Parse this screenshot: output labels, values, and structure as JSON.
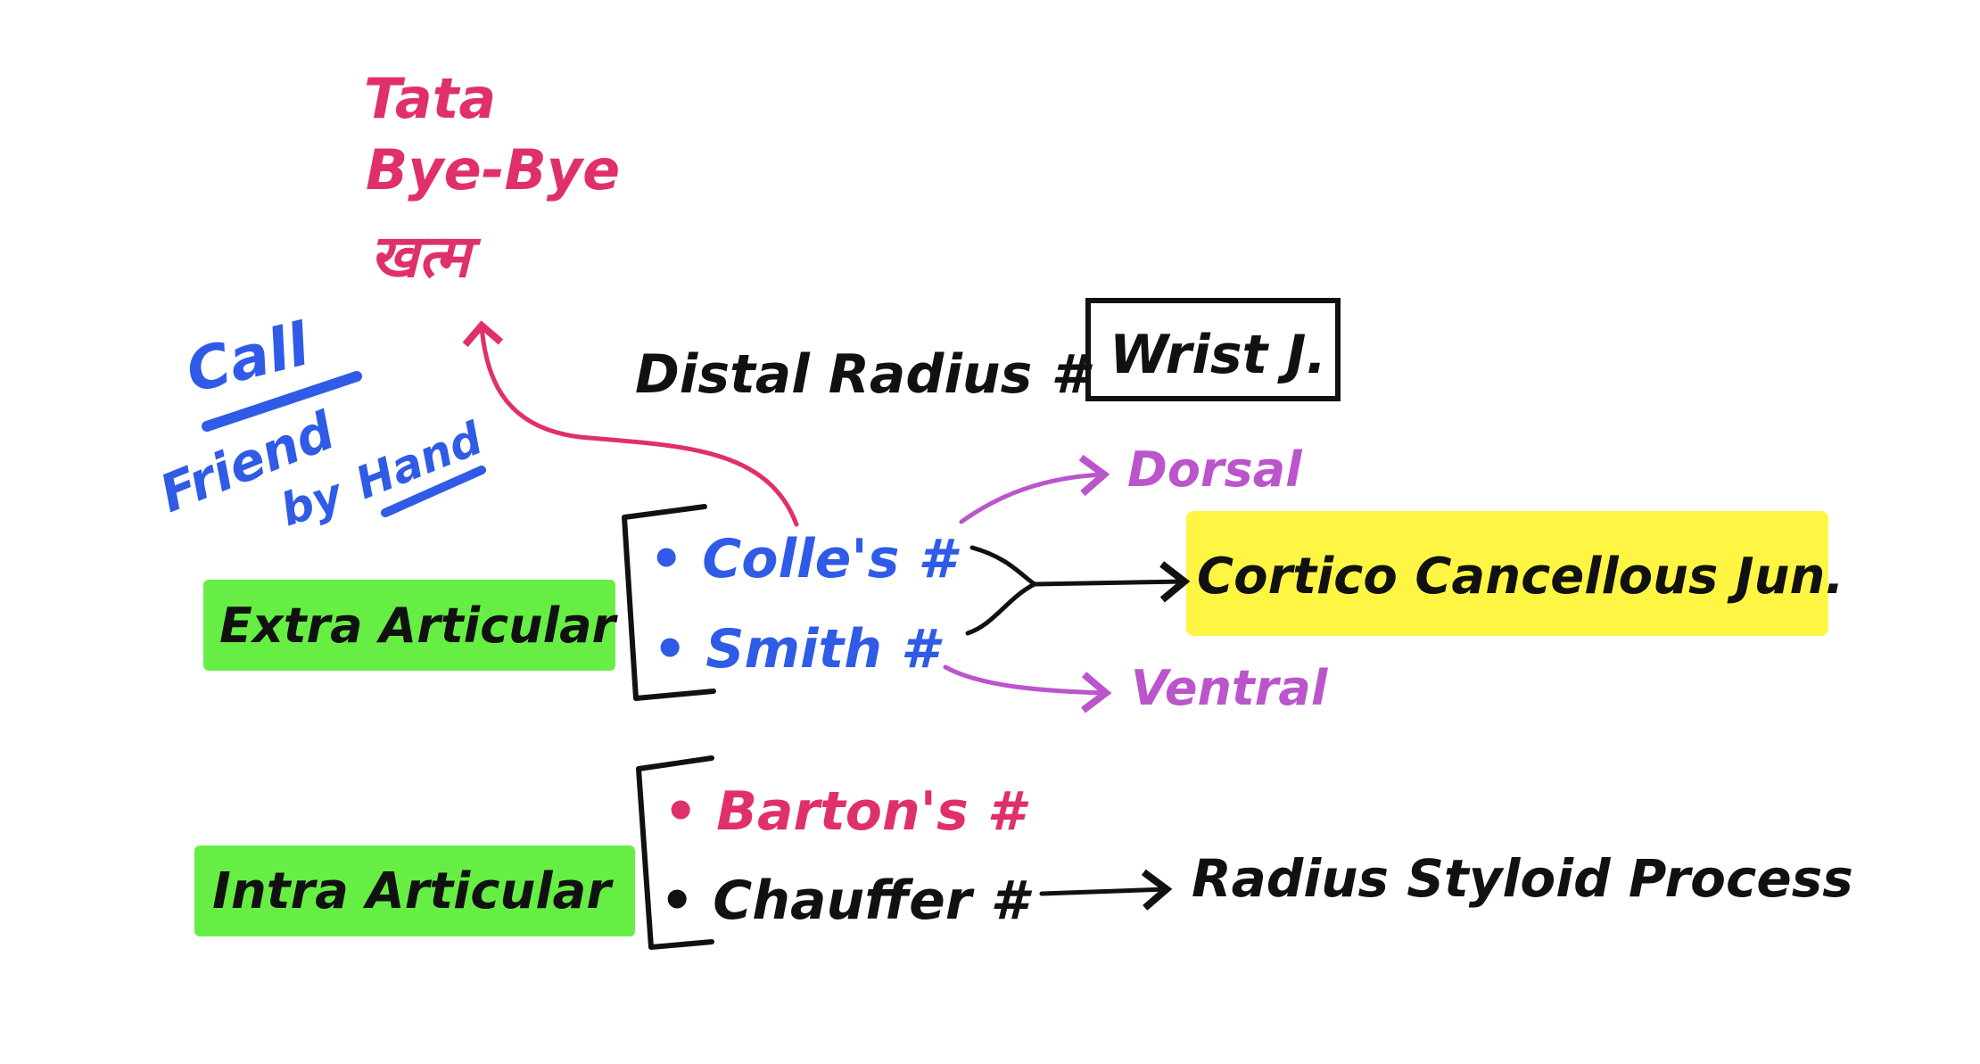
{
  "colors": {
    "red": "#e0306a",
    "blue": "#2f5be6",
    "purple": "#bb55cc",
    "black": "#111111",
    "green": "#66ee44",
    "yellow": "#fff644"
  },
  "exclaim": {
    "line1": "Tata",
    "line2": "Bye-Bye",
    "line3": "खत्म"
  },
  "mnemonic": {
    "call": "Call",
    "friend": "Friend",
    "by": "by",
    "hand": "Hand"
  },
  "title": {
    "label": "Distal Radius #",
    "boxed": "Wrist J."
  },
  "extra_articular": {
    "label": "Extra Articular",
    "items": [
      "• Colle's #",
      "• Smith #"
    ],
    "dorsal": "Dorsal",
    "ventral": "Ventral",
    "junction": "Cortico Cancellous Jun."
  },
  "intra_articular": {
    "label": "Intra Articular",
    "items": [
      "• Barton's #",
      "• Chauffer #"
    ],
    "process": "Radius Styloid Process"
  }
}
